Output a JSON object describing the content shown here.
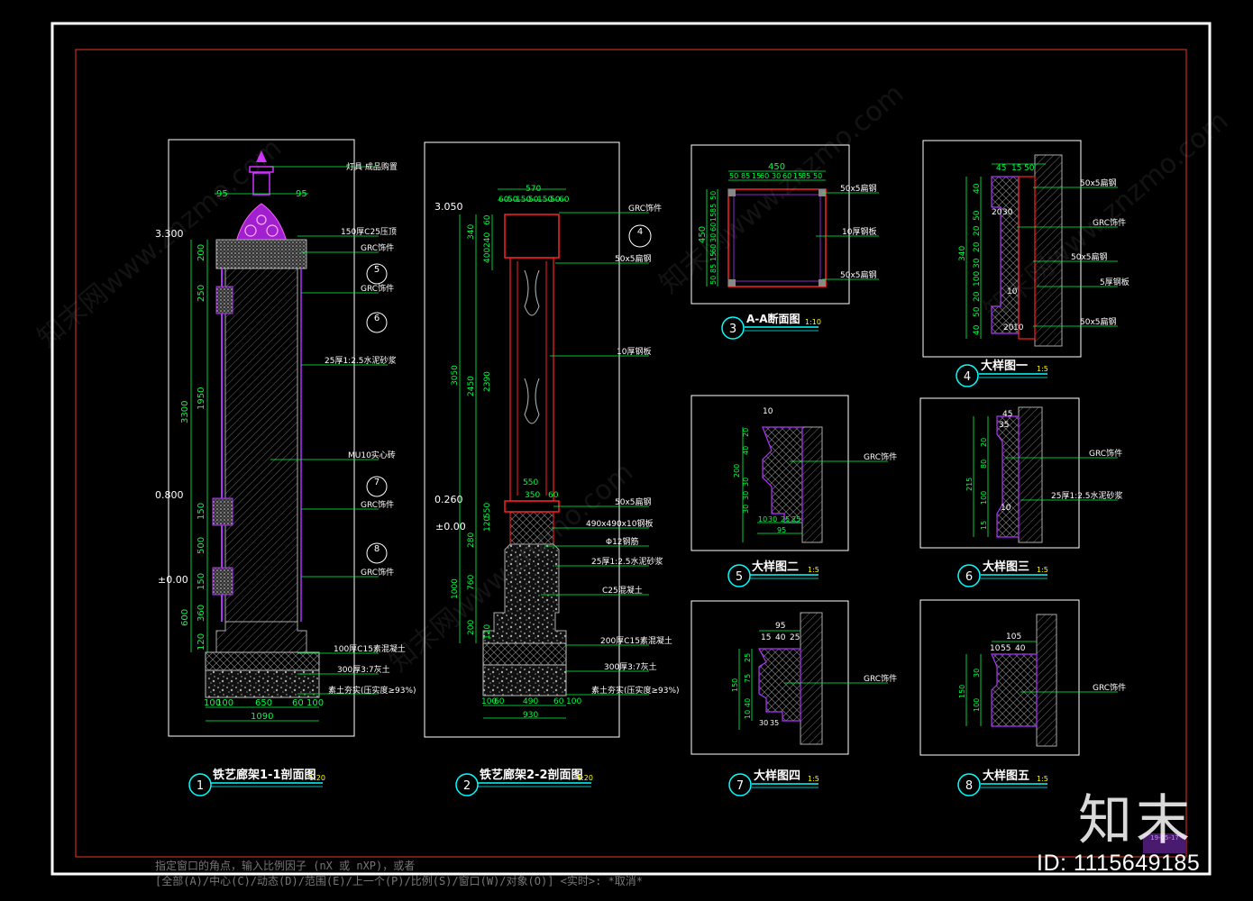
{
  "sheet": {
    "drawings": [
      {
        "num": "1",
        "title": "铁艺廊架1-1剖面图",
        "scale": "1:20"
      },
      {
        "num": "2",
        "title": "铁艺廊架2-2剖面图",
        "scale": "1:20"
      },
      {
        "num": "3",
        "title": "A-A断面图",
        "scale": "1:10"
      },
      {
        "num": "4",
        "title": "大样图一",
        "scale": "1:5"
      },
      {
        "num": "5",
        "title": "大样图二",
        "scale": "1:5"
      },
      {
        "num": "6",
        "title": "大样图三",
        "scale": "1:5"
      },
      {
        "num": "7",
        "title": "大样图四",
        "scale": "1:5"
      },
      {
        "num": "8",
        "title": "大样图五",
        "scale": "1:5"
      }
    ]
  },
  "d1": {
    "lamp_w": [
      "95",
      "95"
    ],
    "elev": [
      "3.300",
      "0.800",
      "±0.00"
    ],
    "vdims": [
      "200",
      "250",
      "1950",
      "3300",
      "150",
      "500",
      "150",
      "360",
      "600",
      "120"
    ],
    "bottom_dims": [
      "100",
      "100",
      "650",
      "60",
      "100",
      "1090"
    ],
    "callouts": [
      "灯具 成品购置",
      "150厚C25压顶",
      "GRC饰件",
      "GRC饰件",
      "25厚1:2.5水泥砂浆",
      "MU10实心砖",
      "GRC饰件",
      "GRC饰件",
      "100厚C15素混凝土",
      "300厚3:7灰土",
      "素土夯实(压实度≥93%)"
    ],
    "circles": [
      "5",
      "6",
      "7",
      "8"
    ]
  },
  "d2": {
    "top_dims": [
      "570",
      "60",
      "50",
      "150",
      "50",
      "150",
      "50",
      "60"
    ],
    "elev": [
      "3.050",
      "0.260",
      "±0.00"
    ],
    "vdims": [
      "60",
      "240",
      "340",
      "400",
      "3050",
      "2450",
      "2390",
      "550",
      "120",
      "280",
      "760",
      "1000",
      "200",
      "120"
    ],
    "inner_dims": [
      "350",
      "550",
      "60"
    ],
    "bottom_dims": [
      "100",
      "60",
      "490",
      "60",
      "100",
      "930"
    ],
    "callouts": [
      "GRC饰件",
      "50x5扁钢",
      "10厚钢板",
      "50x5扁钢",
      "490x490x10钢板",
      "Φ12钢筋",
      "25厚1:2.5水泥砂浆",
      "C25混凝土",
      "200厚C15素混凝土",
      "300厚3:7灰土",
      "素土夯实(压实度≥93%)"
    ],
    "circle": "4"
  },
  "d3": {
    "top": "450",
    "top_parts": [
      "50",
      "85",
      "15",
      "60",
      "30",
      "60",
      "15",
      "85",
      "50"
    ],
    "left": "450",
    "left_parts": [
      "50",
      "85",
      "15",
      "60",
      "30",
      "60",
      "15",
      "85",
      "50"
    ],
    "callouts": [
      "50x5扁钢",
      "10厚钢板",
      "50x5扁钢"
    ]
  },
  "d4": {
    "top": [
      "45",
      "15",
      "50"
    ],
    "vdims": [
      "40",
      "50",
      "20",
      "20",
      "30",
      "100",
      "20",
      "50",
      "340",
      "40"
    ],
    "inner": [
      "20",
      "30",
      "10",
      "20",
      "10"
    ],
    "callouts": [
      "50x5扁钢",
      "GRC饰件",
      "50x5扁钢",
      "5厚钢板",
      "50x5扁钢"
    ]
  },
  "d5": {
    "top": "10",
    "vdims": [
      "20",
      "40",
      "200",
      "30",
      "30",
      "30"
    ],
    "bottom": [
      "10",
      "30",
      "25",
      "25",
      "95"
    ],
    "callout": "GRC饰件"
  },
  "d6": {
    "top": [
      "45",
      "35"
    ],
    "vdims": [
      "20",
      "80",
      "215",
      "100",
      "15"
    ],
    "inner": "10",
    "callouts": [
      "GRC饰件",
      "25厚1:2.5水泥砂浆"
    ]
  },
  "d7": {
    "top": [
      "95",
      "15",
      "40",
      "25"
    ],
    "vdims": [
      "150",
      "25",
      "75",
      "40",
      "10"
    ],
    "bottom": [
      "30",
      "35"
    ],
    "callout": "GRC饰件"
  },
  "d8": {
    "top": [
      "105",
      "10",
      "55",
      "40"
    ],
    "vdims": [
      "30",
      "150",
      "100"
    ],
    "callout": "GRC饰件"
  },
  "stamp": "19-05-17",
  "command_line": [
    "指定窗口的角点，输入比例因子 (nX 或 nXP)，或者",
    "[全部(A)/中心(C)/动态(D)/范围(E)/上一个(P)/比例(S)/窗口(W)/对象(O)] <实时>: *取消*"
  ],
  "id_label": "ID: 1115649185",
  "watermark": {
    "logo": "知末",
    "text": "知末网www.znzmo.com"
  },
  "colors": {
    "frame": "#ffffff",
    "border_red": "#e03020",
    "dim_green": "#00ff40",
    "callout": "#ffffff",
    "grc": "#b030ff",
    "hatch": "#888888",
    "cyan": "#00ffff",
    "red": "#ff2020",
    "yellow": "#ffff00"
  }
}
